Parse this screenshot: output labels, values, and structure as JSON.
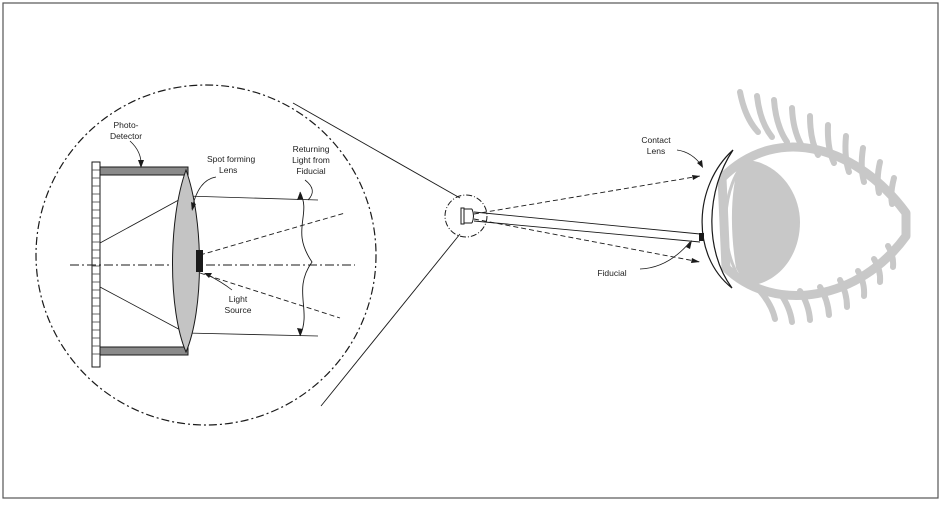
{
  "labels": {
    "photo_detector": [
      "Photo-",
      "Detector"
    ],
    "spot_forming_lens": [
      "Spot forming",
      "Lens"
    ],
    "returning_light": [
      "Returning",
      "Light from",
      "Fiducial"
    ],
    "light_source": [
      "Light",
      "Source"
    ],
    "contact_lens": [
      "Contact",
      "Lens"
    ],
    "fiducial": "Fiducial"
  },
  "colors": {
    "line": "#1a1a1a",
    "eye": "#c8c8c8",
    "eye_dark": "#b4b4b4",
    "lens_fill": "#c4c4c4",
    "housing": "#8a8a8a",
    "border": "#555555"
  }
}
